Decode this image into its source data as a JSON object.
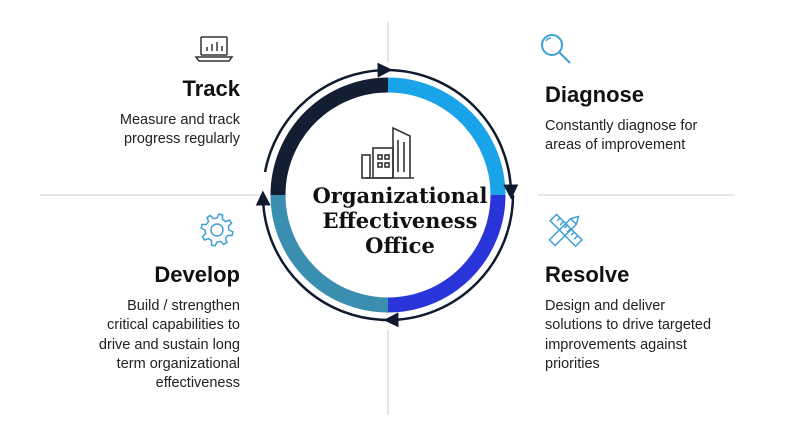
{
  "center": {
    "title": "Organizational\nEffectiveness\nOffice",
    "icon": "office-building-icon"
  },
  "quadrants": {
    "track": {
      "title": "Track",
      "description": "Measure and track\nprogress regularly",
      "icon": "laptop-chart-icon"
    },
    "diagnose": {
      "title": "Diagnose",
      "description": "Constantly diagnose for\nareas of improvement",
      "icon": "magnifier-icon"
    },
    "resolve": {
      "title": "Resolve",
      "description": "Design and deliver\nsolutions to drive targeted\nimprovements against\npriorities",
      "icon": "ruler-pencil-icon"
    },
    "develop": {
      "title": "Develop",
      "description": "Build / strengthen\ncritical capabilities to\ndrive and sustain long\nterm organizational\neffectiveness",
      "icon": "gear-icon"
    }
  },
  "colors": {
    "track_segment": "#141e33",
    "diagnose_segment": "#1aa3e8",
    "resolve_segment": "#2a35d9",
    "develop_segment": "#3a8fb1",
    "outer_ring": "#0f1a2e",
    "divider": "#cccccc",
    "icon_stroke": "#3fa0d4",
    "building_stroke": "#333333"
  }
}
